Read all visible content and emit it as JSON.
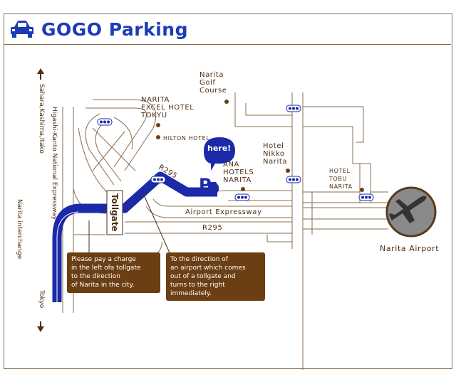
{
  "header": {
    "title": "GOGO Parking",
    "icon": "car-icon"
  },
  "map": {
    "landmarks": {
      "golf": [
        "Narita",
        "Golf",
        "Course"
      ],
      "excel": [
        "NARITA",
        "EXCEL HOTEL",
        "TOKYU"
      ],
      "hilton": "HILTON HOTEL",
      "nikko": [
        "Hotel",
        "Nikko",
        "Narita"
      ],
      "ana": [
        "ANA",
        "HOTELS",
        "NARITA"
      ],
      "tobu": [
        "HOTEL",
        "TOBU",
        "NARITA"
      ],
      "airport": "Narita Airport"
    },
    "roads": {
      "expressway": "Airport Expressway",
      "r295_lower": "R295",
      "r295_diag": "R295",
      "tollgate": "Tollgate",
      "higashi": "Higashi-Kanto National Expressway",
      "sahara": "Sahara,Kashima,Itako",
      "narita_ic": "Narita interchange",
      "tokyo": "Tokyo"
    },
    "marker": {
      "here": "here!",
      "parking": "P"
    },
    "notes": {
      "left": [
        "Please pay a charge",
        "in the left ofa tollgate",
        "to the direction",
        "of Narita in the city."
      ],
      "right": [
        "To the direction of",
        "an airport which comes",
        "out of a tollgate and",
        "turns to the right",
        "immediately."
      ]
    },
    "colors": {
      "road": "#8a6d4e",
      "route": "#1a2aa8",
      "note_bg": "#6b3e13",
      "title": "#1d3bb5"
    }
  }
}
